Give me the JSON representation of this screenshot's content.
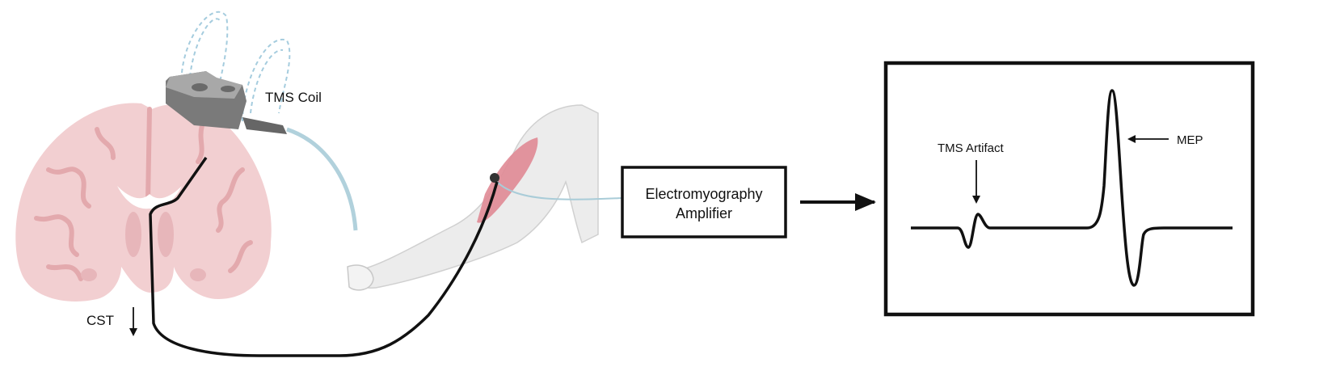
{
  "labels": {
    "coil": "TMS Coil",
    "cst": "CST",
    "amplifier_line1": "Electromyography",
    "amplifier_line2": "Amplifier",
    "artifact": "TMS Artifact",
    "mep": "MEP"
  },
  "colors": {
    "brain": "#f2cfd1",
    "brain_folds": "#e3a9ad",
    "coil": "#9a9a9a",
    "cable": "#a9ccd8",
    "muscle": "#e08a95",
    "wire": "#111111"
  }
}
